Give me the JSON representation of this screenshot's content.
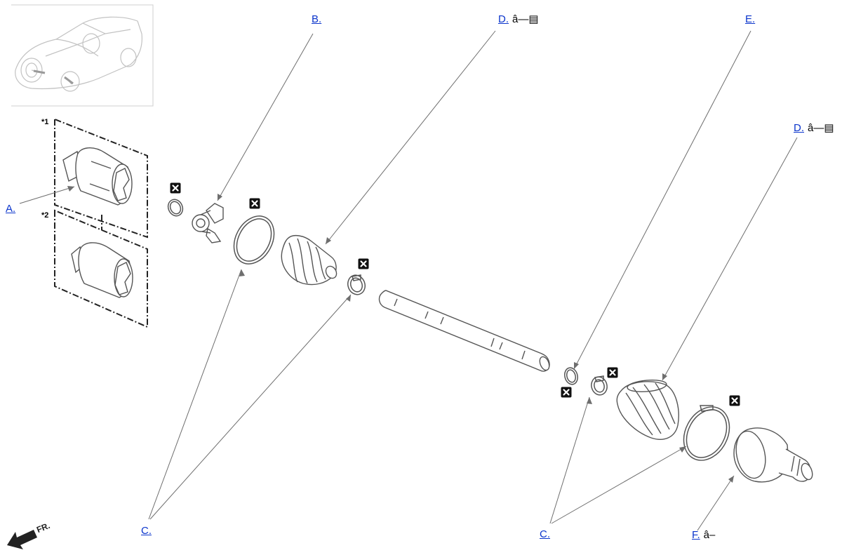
{
  "callouts": {
    "a": {
      "label": "A."
    },
    "b": {
      "label": "B."
    },
    "c_left": {
      "label": "C."
    },
    "c_right": {
      "label": "C."
    },
    "d_top": {
      "label": "D.",
      "suffix": "â—▤"
    },
    "d_right": {
      "label": "D.",
      "suffix": "â—▤"
    },
    "e": {
      "label": "E."
    },
    "f": {
      "label": "F.",
      "suffix": "â–"
    }
  },
  "variants": {
    "v1": "*1",
    "v2": "*2"
  },
  "direction": {
    "label": "FR."
  },
  "icons": {
    "no_reuse": "x-in-square-icon",
    "front_arrow": "arrow-icon",
    "vehicle_locator": "car-icon"
  },
  "colors": {
    "link": "#0b35cc",
    "line": "#6e6e6e",
    "part": "#555555",
    "badge": "#111111"
  }
}
